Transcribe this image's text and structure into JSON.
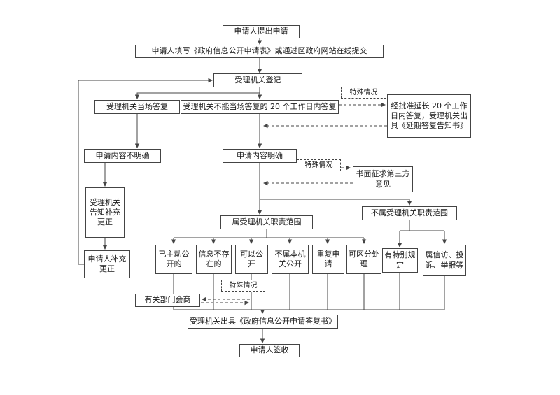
{
  "colors": {
    "background": "#ffffff",
    "line": "#444444",
    "border": "#444444",
    "text": "#1a1a1a"
  },
  "nodes": [
    {
      "id": "applicant-submit",
      "label": "申请人提出申请"
    },
    {
      "id": "fill-application-form",
      "label": "申请人填写《政府信息公开申请表》或通过区政府网站在线提交"
    },
    {
      "id": "authority-register",
      "label": "受理机关登记"
    },
    {
      "id": "special-case-1",
      "label": "特殊情况"
    },
    {
      "id": "reply-on-spot",
      "label": "受理机关当场答复"
    },
    {
      "id": "reply-within-20-days",
      "label": "受理机关不能当场答复的 20 个工作日内答复"
    },
    {
      "id": "extension-notice",
      "label": "经批准延长 20 个工作日内答复，受理机关出具《延期答复告知书》"
    },
    {
      "id": "content-unclear",
      "label": "申请内容不明确"
    },
    {
      "id": "content-clear",
      "label": "申请内容明确"
    },
    {
      "id": "special-case-2",
      "label": "特殊情况"
    },
    {
      "id": "consult-third-party",
      "label": "书面征求第三方意见"
    },
    {
      "id": "notify-supplement-correction",
      "label": "受理机关告知补充更正"
    },
    {
      "id": "within-authority-scope",
      "label": "属受理机关职责范围"
    },
    {
      "id": "outside-authority-scope",
      "label": "不属受理机关职责范围"
    },
    {
      "id": "applicant-supplement-correction",
      "label": "申请人补充更正"
    },
    {
      "id": "already-disclosed",
      "label": "已主动公开的"
    },
    {
      "id": "info-not-exist",
      "label": "信息不存在的"
    },
    {
      "id": "can-disclose",
      "label": "可以公开"
    },
    {
      "id": "not-this-authority",
      "label": "不属本机关公开"
    },
    {
      "id": "repeat-application",
      "label": "重复申请"
    },
    {
      "id": "separable-handling",
      "label": "可区分处理"
    },
    {
      "id": "special-provisions",
      "label": "有特别规定"
    },
    {
      "id": "petition-complaint",
      "label": "属信访、投诉、举报等"
    },
    {
      "id": "special-case-3",
      "label": "特殊情况"
    },
    {
      "id": "department-consultation",
      "label": "有关部门会商"
    },
    {
      "id": "issue-reply-document",
      "label": "受理机关出具《政府信息公开申请答复书》"
    },
    {
      "id": "applicant-sign-receipt",
      "label": "申请人签收"
    }
  ]
}
